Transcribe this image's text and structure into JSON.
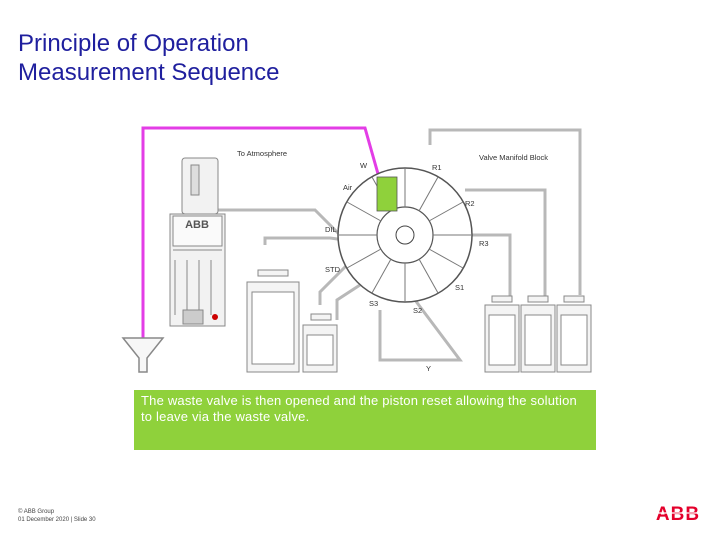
{
  "slide": {
    "title_line1": "Principle of Operation",
    "title_line2": "Measurement Sequence"
  },
  "diagram": {
    "labels": {
      "atmosphere": "To Atmosphere",
      "w": "W",
      "r1": "R1",
      "valve_block": "Valve Manifold Block",
      "air": "Air",
      "r2": "R2",
      "dil": "DIL",
      "r3": "R3",
      "std": "STD",
      "s1": "S1",
      "s3": "S3",
      "s2": "S2",
      "y": "Y",
      "pump_brand": "ABB"
    },
    "colors": {
      "waste_line": "#e33de6",
      "open_valve": "#8fd13b",
      "tubing": "#b8b8b8"
    }
  },
  "caption": {
    "text": "The waste valve is then opened and the piston reset allowing the solution to leave via the waste valve."
  },
  "footer": {
    "line1": "© ABB Group",
    "line2": "01 December 2020 | Slide 30"
  },
  "logo": {
    "text": "ABB",
    "color": "#e4002b"
  }
}
